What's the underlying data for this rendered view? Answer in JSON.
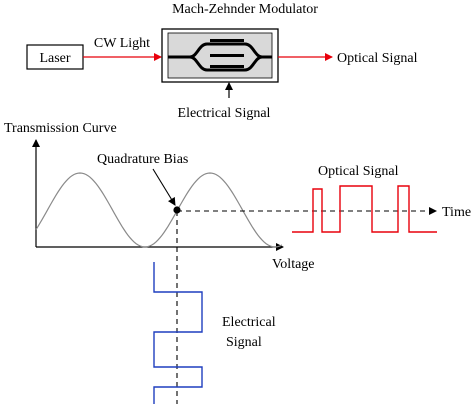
{
  "modulator": {
    "title": "Mach-Zehnder Modulator",
    "laser_label": "Laser",
    "input_label": "CW Light",
    "output_label": "Optical Signal",
    "drive_label": "Electrical Signal"
  },
  "plot": {
    "y_axis_label": "Transmission Curve",
    "x_axis_label": "Voltage",
    "bias_label": "Quadrature Bias",
    "time_label": "Time",
    "optical_signal_label": "Optical Signal",
    "electrical_signal_label_line1": "Electrical",
    "electrical_signal_label_line2": "Signal"
  },
  "colors": {
    "optical": "#e8000b",
    "electrical": "#1f3fbf",
    "curve": "#8a8a8a",
    "line": "#000000",
    "modulator_fill": "#d9d9d9"
  }
}
